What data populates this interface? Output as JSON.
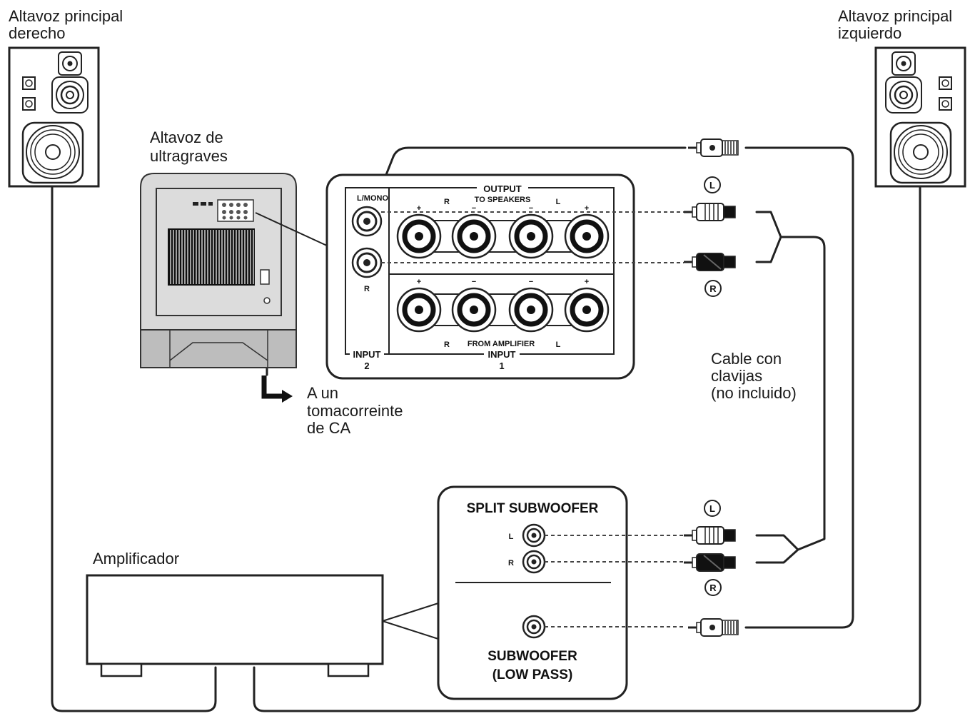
{
  "labels": {
    "right_speaker": [
      "Altavoz principal",
      "derecho"
    ],
    "left_speaker": [
      "Altavoz principal",
      "izquierdo"
    ],
    "subwoofer": [
      "Altavoz de",
      "ultragraves"
    ],
    "ac_outlet": [
      "A un",
      "tomacorreinte",
      "de CA"
    ],
    "cable": [
      "Cable con",
      "clavijas",
      "(no incluido)"
    ],
    "amplifier": "Amplificador"
  },
  "sub_panel": {
    "mono_label": "L/MONO",
    "r_marker": "R",
    "l_marker": "L",
    "output_title": "OUTPUT",
    "output_subtitle": "TO SPEAKERS",
    "from_amplifier": "FROM AMPLIFIER",
    "input1": [
      "INPUT",
      "1"
    ],
    "input2": [
      "INPUT",
      "2"
    ],
    "plus": "+",
    "minus": "−"
  },
  "amp_panel": {
    "split_title": "SPLIT SUBWOOFER",
    "l_marker": "L",
    "r_marker": "R",
    "sub_title": [
      "SUBWOOFER",
      "(LOW PASS)"
    ]
  },
  "plug_markers": {
    "l": "L",
    "r": "R"
  }
}
